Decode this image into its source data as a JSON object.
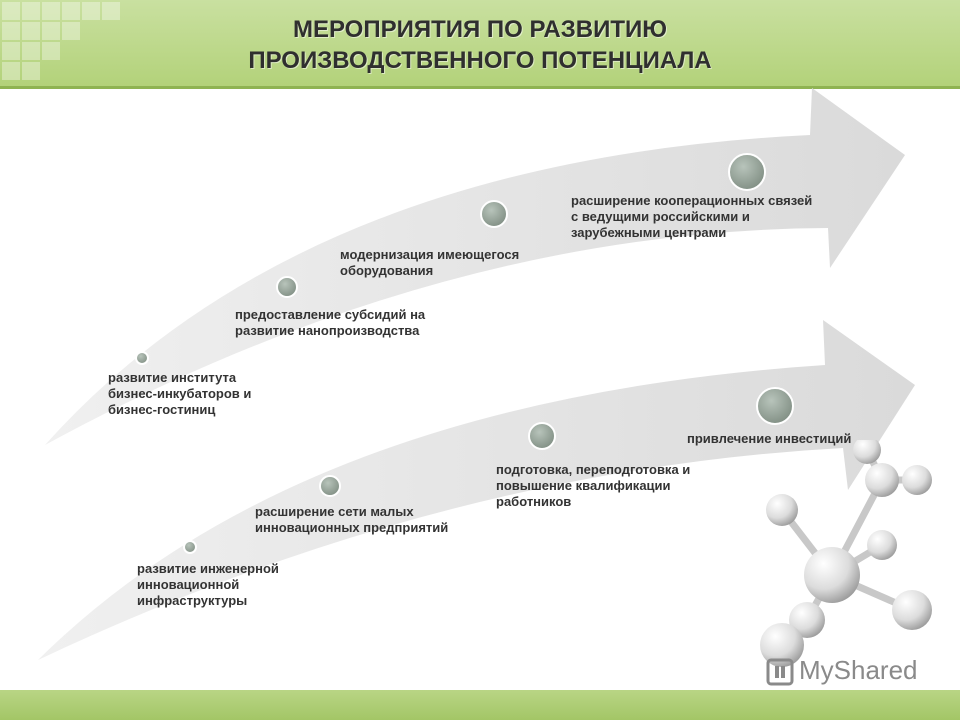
{
  "title": {
    "line1": "МЕРОПРИЯТИЯ ПО РАЗВИТИЮ",
    "line2": "ПРОИЗВОДСТВЕННОГО ПОТЕНЦИАЛА"
  },
  "upper_arrow": {
    "steps": [
      {
        "lines": [
          "развитие института",
          "бизнес-инкубаторов и",
          "бизнес-гостиниц"
        ]
      },
      {
        "lines": [
          "предоставление субсидий на",
          "развитие нанопроизводства"
        ]
      },
      {
        "lines": [
          "модернизация имеющегося",
          "оборудования"
        ]
      },
      {
        "lines": [
          "расширение кооперационных связей",
          "с ведущими российскими и",
          "зарубежными центрами"
        ]
      }
    ]
  },
  "lower_arrow": {
    "steps": [
      {
        "lines": [
          "развитие инженерной",
          "инновационной",
          "инфраструктуры"
        ]
      },
      {
        "lines": [
          "расширение сети малых",
          "инновационных предприятий"
        ]
      },
      {
        "lines": [
          "подготовка, переподготовка и",
          "повышение квалификации",
          "работников"
        ]
      },
      {
        "lines": [
          "привлечение инвестиций"
        ]
      }
    ]
  },
  "watermark": "MyShared",
  "colors": {
    "header": "#b3d27a",
    "arrow": "#e2e2e2",
    "node": "#8f9e92",
    "text": "#333333"
  }
}
